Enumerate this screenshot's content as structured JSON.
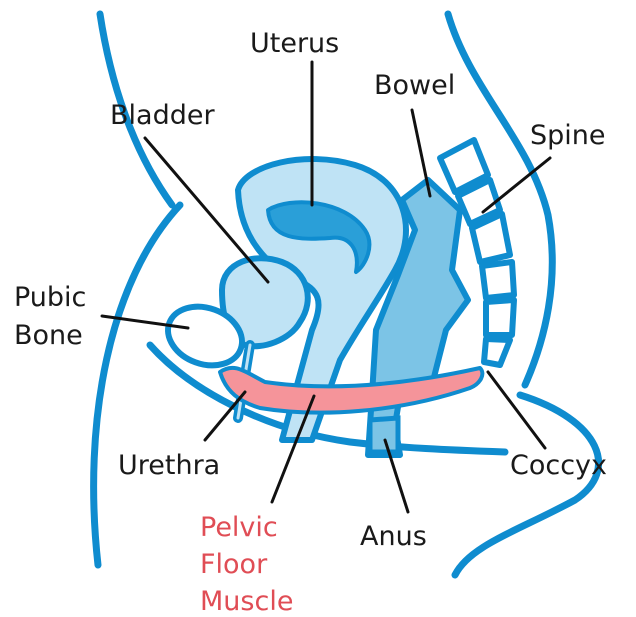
{
  "labels": {
    "uterus": "Uterus",
    "bladder": "Bladder",
    "bowel": "Bowel",
    "spine": "Spine",
    "pubic_line1": "Pubic",
    "pubic_line2": "Bone",
    "urethra": "Urethra",
    "coccyx": "Coccyx",
    "anus": "Anus",
    "pelvic_line1": "Pelvic",
    "pelvic_line2": "Floor",
    "pelvic_line3": "Muscle"
  },
  "colors": {
    "outline": "#0f8ccf",
    "light_fill": "#bfe3f5",
    "mid_fill": "#7cc4e6",
    "dark_fill": "#2a9fd8",
    "muscle_fill": "#f5949a",
    "label_text": "#1a1a1a",
    "muscle_label": "#e04d55",
    "leader": "#111111"
  }
}
